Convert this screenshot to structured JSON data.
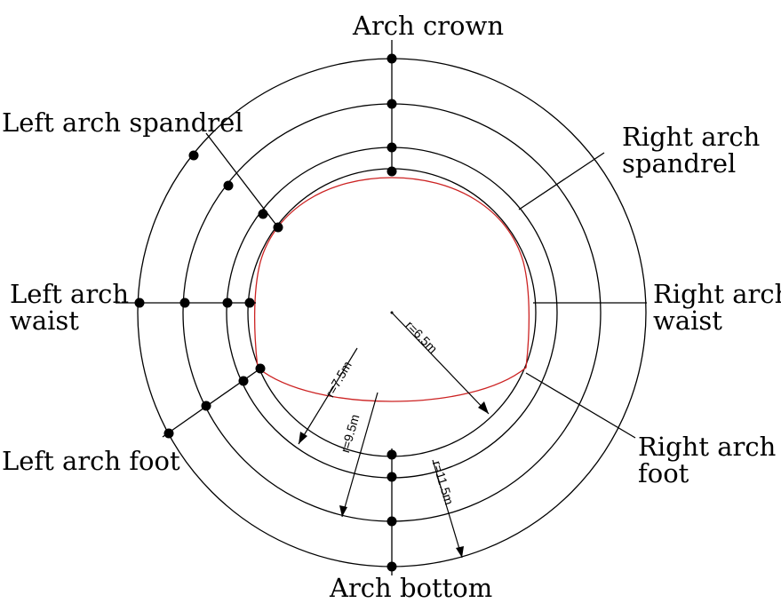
{
  "labels": {
    "arch_crown": "Arch crown",
    "arch_bottom": "Arch bottom",
    "left_spandrel": "Left arch spandrel",
    "right_spandrel_1": "Right arch",
    "right_spandrel_2": "spandrel",
    "left_waist_1": "Left arch",
    "left_waist_2": "waist",
    "right_waist_1": "Right arch",
    "right_waist_2": "waist",
    "left_foot": "Left arch foot",
    "right_foot_1": "Right arch",
    "right_foot_2": "foot"
  },
  "radius_labels": {
    "r1": "r=6.5m",
    "r2": "r=7.5m",
    "r3": "r=9.5m",
    "r4": "r=11.5m"
  },
  "colors": {
    "lines": "#000000",
    "tunnel_profile": "#cc2222",
    "points": "#000000"
  }
}
